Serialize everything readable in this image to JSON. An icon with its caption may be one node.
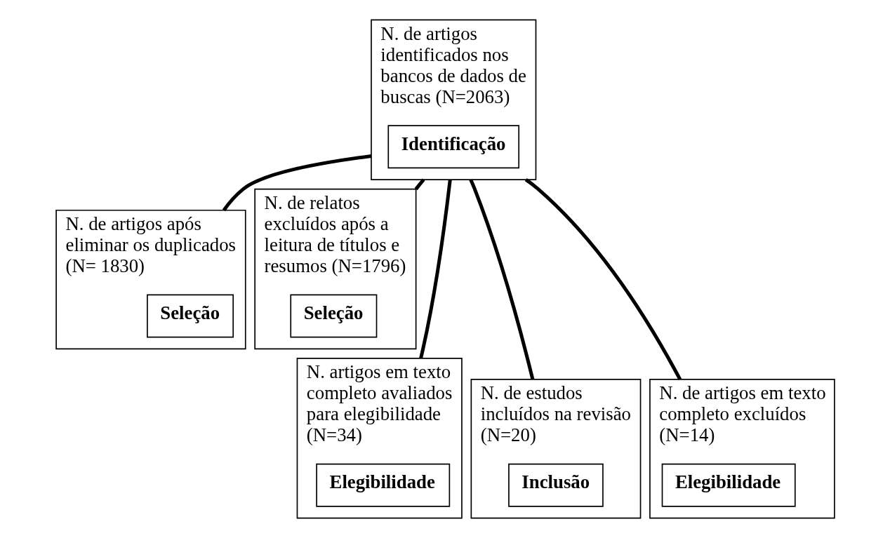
{
  "diagram": {
    "nodes": [
      {
        "text": [
          "N. de artigos identificados nos bancos de dados de buscas (N=2063)"
        ]
      },
      {
        "text": [
          "Identificação"
        ],
        "in": 0
      },
      {
        "text": [
          "N. de artigos após eliminar os duplicados (N= 1830)"
        ]
      },
      {
        "text": [
          "Seleção"
        ],
        "in": 2
      },
      {
        "text": [
          "N. de relatos excluídos após a leitura de títulos e resumos (N=1796)"
        ]
      },
      {
        "text": [
          "Seleção"
        ],
        "in": 4
      },
      {
        "text": [
          "N. artigos em texto completo avaliados para elegibilidade (N=34)"
        ]
      },
      {
        "text": [
          "Elegibilidade"
        ],
        "in": 6
      },
      {
        "text": [
          "N. de estudos incluídos na revisão (N=20)"
        ]
      },
      {
        "text": [
          "Inclusão"
        ],
        "in": 8
      },
      {
        "text": [
          "N. de artigos em texto completo excluídos (N=14)"
        ]
      },
      {
        "text": [
          "Elegibilidade"
        ],
        "in": 10
      }
    ],
    "edges": [
      {
        "from": 0,
        "to": 2,
        "arrow": "none"
      },
      {
        "from": 0,
        "to": 4,
        "arrow": "none"
      },
      {
        "from": 0,
        "to": 6,
        "arrow": "none"
      },
      {
        "from": 0,
        "to": 8,
        "arrow": "none"
      },
      {
        "from": 0,
        "to": 10,
        "arrow": "none"
      }
    ]
  }
}
